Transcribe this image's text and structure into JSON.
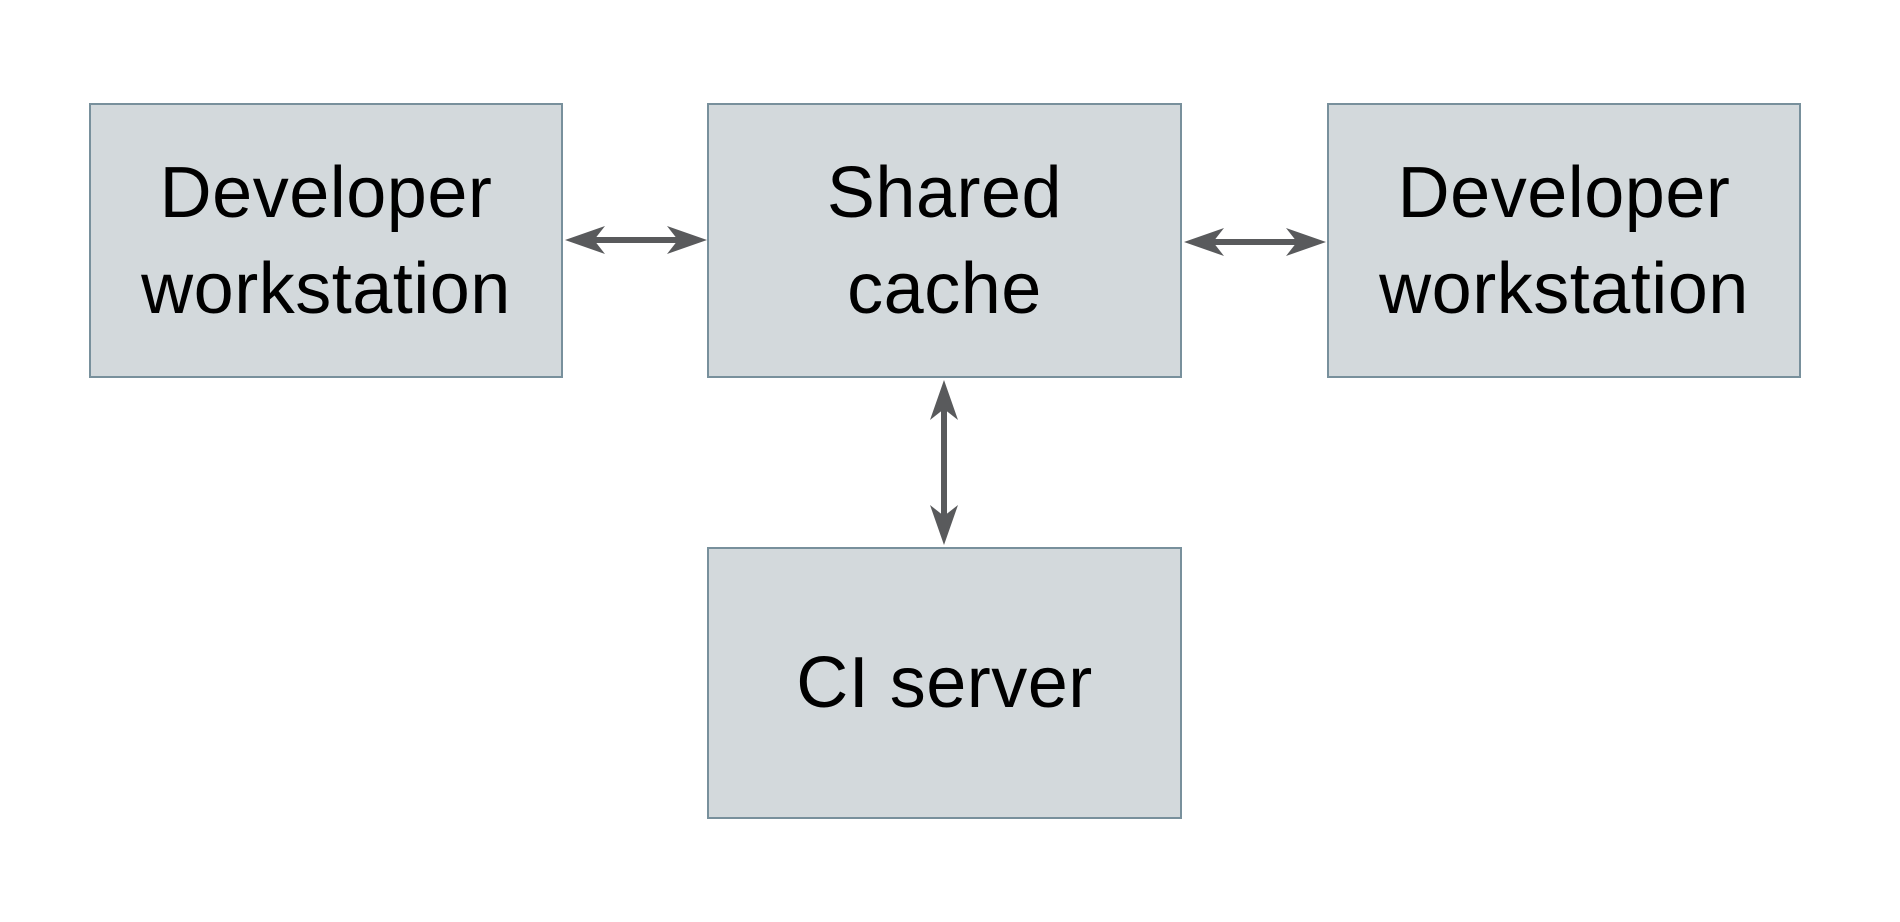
{
  "diagram": {
    "nodes": [
      {
        "id": "developer-workstation-left",
        "label": "Developer\nworkstation"
      },
      {
        "id": "shared-cache",
        "label": "Shared\ncache"
      },
      {
        "id": "developer-workstation-right",
        "label": "Developer\nworkstation"
      },
      {
        "id": "ci-server",
        "label": "CI server"
      }
    ],
    "edges": [
      {
        "id": "workstation-left-shared-cache",
        "from": "developer-workstation-left",
        "to": "shared-cache",
        "direction": "bidirectional"
      },
      {
        "id": "shared-cache-workstation-right",
        "from": "shared-cache",
        "to": "developer-workstation-right",
        "direction": "bidirectional"
      },
      {
        "id": "shared-cache-ci-server",
        "from": "shared-cache",
        "to": "ci-server",
        "direction": "bidirectional"
      }
    ],
    "colors": {
      "background": "#ffffff",
      "node_fill": "#d3d9dc",
      "node_border": "#78909c",
      "arrow": "#595a5c",
      "text": "#000000"
    }
  }
}
